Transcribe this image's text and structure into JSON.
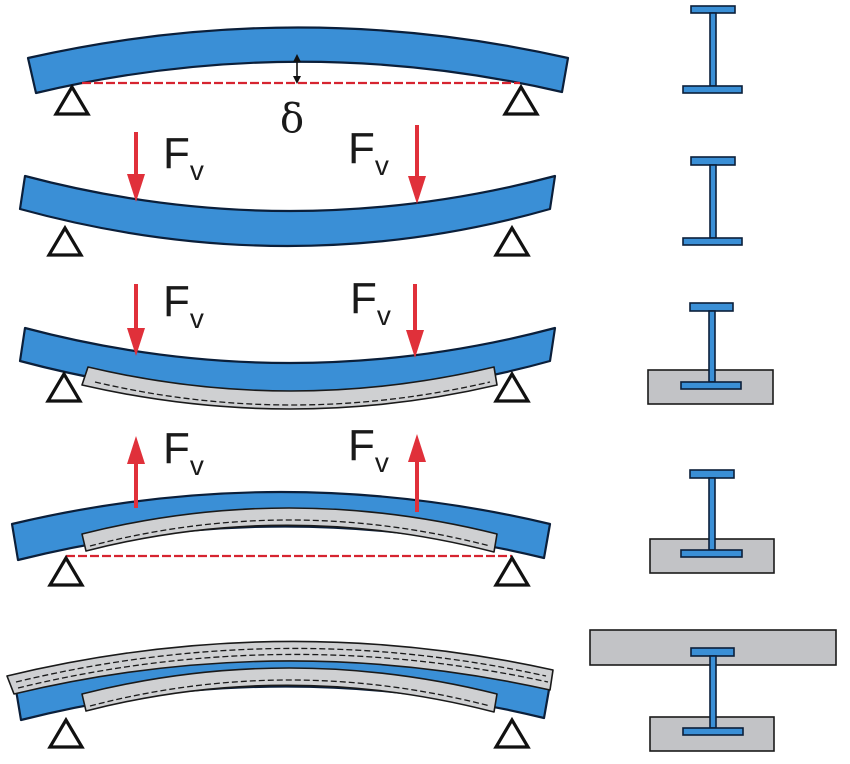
{
  "labels": {
    "deflection": "δ",
    "force_main": "F",
    "force_sub": "v"
  },
  "stages": [
    {
      "stage": 1,
      "forces": [],
      "composite": "none"
    },
    {
      "stage": 2,
      "forces": [
        "down",
        "down"
      ],
      "composite": "none"
    },
    {
      "stage": 3,
      "forces": [
        "down",
        "down"
      ],
      "composite": "bottom-flange"
    },
    {
      "stage": 4,
      "forces": [
        "up",
        "up"
      ],
      "composite": "bottom-flange"
    },
    {
      "stage": 5,
      "forces": [],
      "composite": "bottom-flange-and-top-slab"
    }
  ],
  "colors": {
    "steel_beam": "#3a8fd6",
    "concrete": "#cfd0d2",
    "force_arrow": "#e0303a",
    "reference_line": "#d62430"
  }
}
